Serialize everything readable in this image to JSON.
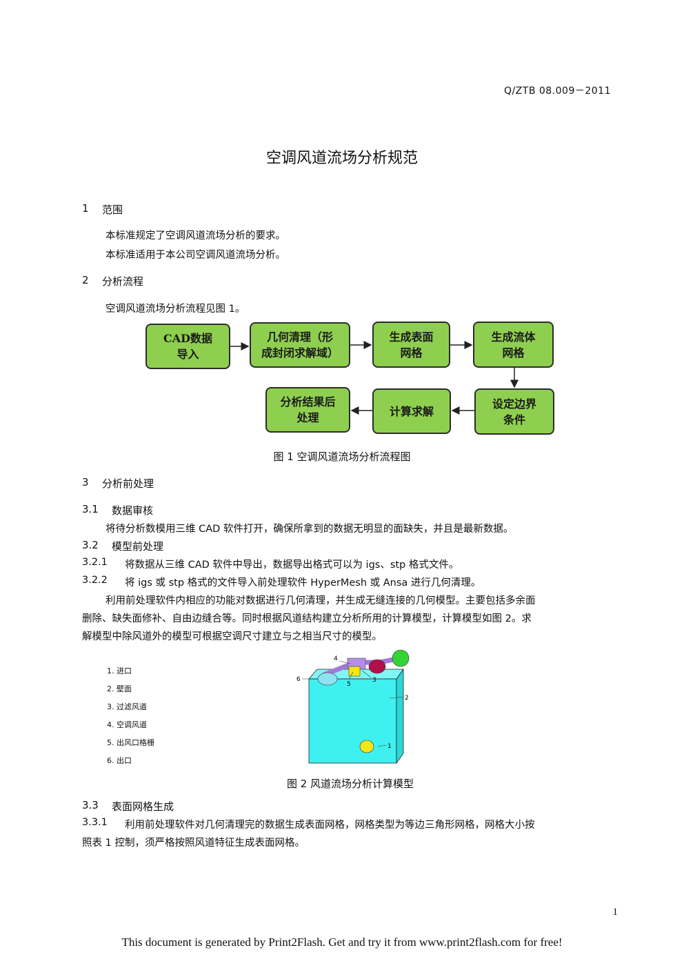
{
  "header": {
    "std_no": "Q/ZTB 08.009－2011"
  },
  "title": "空调风道流场分析规范",
  "s1": {
    "num": "1",
    "heading": "范围",
    "p1": "本标准规定了空调风道流场分析的要求。",
    "p2": "本标准适用于本公司空调风道流场分析。"
  },
  "s2": {
    "num": "2",
    "heading": "分析流程",
    "p1": "空调风道流场分析流程见图 1。"
  },
  "flow": {
    "box1": "CAD数据\n导入",
    "box2": "几何清理（形\n成封闭求解域）",
    "box3": "生成表面\n网格",
    "box4": "生成流体\n网格",
    "box5": "设定边界\n条件",
    "box6": "计算求解",
    "box7": "分析结果后\n处理",
    "box_color": "#8fcf4f"
  },
  "fig1_caption": "图 1  空调风道流场分析流程图",
  "s3": {
    "num": "3",
    "heading": "分析前处理",
    "s31_num": "3.1",
    "s31_heading": "数据审核",
    "s31_p": "将待分析数模用三维 CAD 软件打开，确保所拿到的数据无明显的面缺失，并且是最新数据。",
    "s32_num": "3.2",
    "s32_heading": "模型前处理",
    "s321_num": "3.2.1",
    "s321_text": "将数据从三维 CAD 软件中导出，数据导出格式可以为 igs、stp 格式文件。",
    "s322_num": "3.2.2",
    "s322_text": "将 igs 或 stp 格式的文件导入前处理软件 HyperMesh 或 Ansa 进行几何清理。",
    "para_l1": "利用前处理软件内相应的功能对数据进行几何清理，并生成无缝连接的几何模型。主要包括多余面",
    "para_l2": "删除、缺失面修补、自由边缝合等。同时根据风道结构建立分析所用的计算模型，计算模型如图 2。求",
    "para_l3": "解模型中除风道外的模型可根据空调尺寸建立与之相当尺寸的模型。"
  },
  "fig2": {
    "legend": [
      "1. 进口",
      "2. 壁面",
      "3. 过滤风道",
      "4. 空调风道",
      "5. 出风口格栅",
      "6. 出口"
    ],
    "callouts": [
      "1",
      "2",
      "3",
      "4",
      "5",
      "6"
    ],
    "box_color": "#3ff0f0"
  },
  "fig2_caption": "图 2  风道流场分析计算模型",
  "s33": {
    "num": "3.3",
    "heading": "表面网格生成",
    "s331_num": "3.3.1",
    "l1": "利用前处理软件对几何清理完的数据生成表面网格，网格类型为等边三角形网格，网格大小按",
    "l2": "照表 1 控制，须严格按照风道特征生成表面网格。"
  },
  "page_number": "1",
  "footer": "This document is generated by Print2Flash. Get and try it from www.print2flash.com for free!"
}
